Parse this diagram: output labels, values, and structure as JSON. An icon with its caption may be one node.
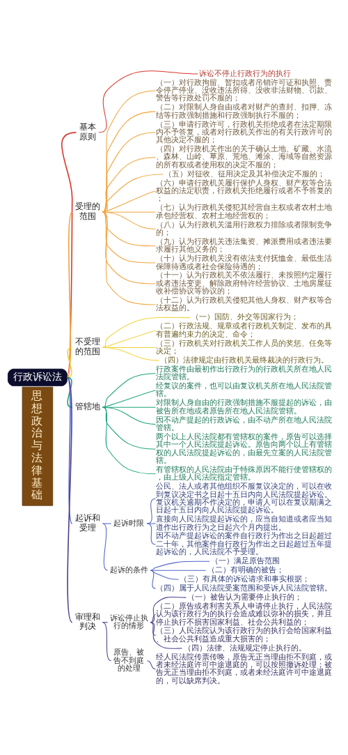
{
  "diagram": {
    "nodes": [
      {
        "text": [
          "思想政治与法律基础"
        ]
      },
      {
        "text": [
          "行政诉讼法"
        ]
      },
      {
        "text": [
          "基本原则"
        ]
      },
      {
        "text": [
          "诉讼不停止行政行为的执行"
        ]
      },
      {
        "text": [
          "受理的范围"
        ]
      },
      {
        "text": [
          "（一）对行政拘留、暂扣或者吊销许可证和执照、责令停产停业、没收违法所得、没收非法财物、罚款、警告等行政处罚不服的；"
        ]
      },
      {
        "text": [
          "（二）对限制人身自由或者对财产的查封、扣押、冻结等行政强制措施和行政强制执行不服的；"
        ]
      },
      {
        "text": [
          "（三）申请行政许可，行政机关拒绝或者在法定期限内不予答复，或者对行政机关作出的有关行政许可的其他决定不服的；"
        ]
      },
      {
        "text": [
          "（四）对行政机关作出的关于确认土地、矿藏、水流、森林、山岭、草原、荒地、滩涂、海域等自然资源的所有权或者使用权的决定不服的；"
        ]
      },
      {
        "text": [
          "（五）对征收、征用决定及其补偿决定不服的；"
        ]
      },
      {
        "text": [
          "（六）申请行政机关履行保护人身权、财产权等合法权益的法定职责，行政机关拒绝履行或者不予答复的；"
        ]
      },
      {
        "text": [
          "（七）认为行政机关侵犯其经营自主权或者农村土地承包经营权、农村土地经营权的；"
        ]
      },
      {
        "text": [
          "（八）认为行政机关滥用行政权力排除或者限制竞争的；"
        ]
      },
      {
        "text": [
          "（九）认为行政机关违法集资、摊派费用或者违法要求履行其他义务的；"
        ]
      },
      {
        "text": [
          "（十）认为行政机关没有依法支付抚恤金、最低生活保障待遇或者社会保险待遇的；"
        ]
      },
      {
        "text": [
          "（十一）认为行政机关不依法履行、未按照约定履行或者违法变更、解除政府特许经营协议、土地房屋征收补偿协议等协议的；"
        ]
      },
      {
        "text": [
          "（十二）认为行政机关侵犯其他人身权、财产权等合法权益的。"
        ]
      },
      {
        "text": [
          "不受理的范围"
        ]
      },
      {
        "text": [
          "（一）国防、外交等国家行为；"
        ]
      },
      {
        "text": [
          "（二）行政法规、规章或者行政机关制定、发布的具有普遍约束力的决定、命令；"
        ]
      },
      {
        "text": [
          "（三）行政机关对行政机关工作人员的奖惩、任免等决定；"
        ]
      },
      {
        "text": [
          "（四）法律规定由行政机关最终裁决的行政行为。"
        ]
      },
      {
        "text": [
          "管辖地"
        ]
      },
      {
        "text": [
          "行政案件由最初作出行政行为的行政机关所在地人民法院管辖。"
        ]
      },
      {
        "text": [
          "经复议的案件，也可以由复议机关所在地人民法院管辖。"
        ]
      },
      {
        "text": [
          "对限制人身自由的行政强制措施不服提起的诉讼，由被告所在地或者原告所在地人民法院管辖。"
        ]
      },
      {
        "text": [
          "因不动产提起的行政诉讼，由不动产所在地人民法院管辖。"
        ]
      },
      {
        "text": [
          "两个以上人民法院都有管辖权的案件，原告可以选择其中一个人民法院提起诉讼。原告向两个以上有管辖权的人民法院提起诉讼的，由最先立案的人民法院管辖。"
        ]
      },
      {
        "text": [
          "有管辖权的人民法院由于特殊原因不能行使管辖权的，由上级人民法院指定管辖。"
        ]
      },
      {
        "text": [
          "起诉和受理"
        ]
      },
      {
        "text": [
          "起诉时限"
        ]
      },
      {
        "text": [
          "公民、法人或者其他组织不服复议决定的，可以在收到复议决定书之日起十五日内向人民法院提起诉讼。复议机关逾期不作决定的，申请人可以在复议期满之日起十五日内向人民法院提起诉讼。"
        ]
      },
      {
        "text": [
          "直接向人民法院提起诉讼的，应当自知道或者应当知道作出行政行为之日起六个月内提出。"
        ]
      },
      {
        "text": [
          "因不动产提起诉讼的案件自行政行为作出之日起超过二十年，其他案件自行政行为作出之日起超过五年提起诉讼的，人民法院不予受理。"
        ]
      },
      {
        "text": [
          "起诉的条件"
        ]
      },
      {
        "text": [
          "（一）满足原告范围"
        ]
      },
      {
        "text": [
          "（二）有明确的被告；"
        ]
      },
      {
        "text": [
          "（三）有具体的诉讼请求和事实根据；"
        ]
      },
      {
        "text": [
          "（四）属于人民法院受案范围和受诉人民法院管辖。"
        ]
      },
      {
        "text": [
          "审理和判决"
        ]
      },
      {
        "text": [
          "诉讼停止执行的情形"
        ]
      },
      {
        "text": [
          "（一）被告认为需要停止执行的；"
        ]
      },
      {
        "text": [
          "（二）原告或者利害关系人申请停止执行，人民法院认为该行政行为的执行会造成难以弥补的损失，并且停止执行不损害国家利益、社会公共利益的；"
        ]
      },
      {
        "text": [
          "（三）人民法院认为该行政行为的执行会给国家利益、社会公共利益造成重大损害的；"
        ]
      },
      {
        "text": [
          "（四）法律、法规规定停止执行的。"
        ]
      },
      {
        "text": [
          "原告、被告不到庭的处理"
        ]
      },
      {
        "text": [
          "经人民法院传票传唤，原告无正当理由拒不到庭，或者未经法庭许可中途退庭的，可以按照撤诉处理；被告无正当理由拒不到庭，或者未经法庭许可中途退庭的，可以缺席判决。"
        ]
      }
    ],
    "edges": [
      {
        "from": 1,
        "to": 2,
        "arrow": "none",
        "color": "#d9342b"
      },
      {
        "from": 2,
        "to": 3,
        "arrow": "none",
        "color": "#d9342b"
      },
      {
        "from": 1,
        "to": 4,
        "arrow": "none"
      },
      {
        "from": 4,
        "to": 5,
        "arrow": "none"
      },
      {
        "from": 4,
        "to": 6,
        "arrow": "none"
      },
      {
        "from": 4,
        "to": 7,
        "arrow": "none"
      },
      {
        "from": 4,
        "to": 8,
        "arrow": "none"
      },
      {
        "from": 4,
        "to": 9,
        "arrow": "none"
      },
      {
        "from": 4,
        "to": 10,
        "arrow": "none"
      },
      {
        "from": 4,
        "to": 11,
        "arrow": "none"
      },
      {
        "from": 4,
        "to": 12,
        "arrow": "none"
      },
      {
        "from": 4,
        "to": 13,
        "arrow": "none"
      },
      {
        "from": 4,
        "to": 14,
        "arrow": "none"
      },
      {
        "from": 4,
        "to": 15,
        "arrow": "none"
      },
      {
        "from": 4,
        "to": 16,
        "arrow": "none"
      },
      {
        "from": 1,
        "to": 17,
        "arrow": "none",
        "color": "#f2d33c"
      },
      {
        "from": 17,
        "to": 18,
        "arrow": "none",
        "color": "#f2d33c"
      },
      {
        "from": 17,
        "to": 19,
        "arrow": "none",
        "color": "#f2d33c"
      },
      {
        "from": 17,
        "to": 20,
        "arrow": "none",
        "color": "#f2d33c"
      },
      {
        "from": 17,
        "to": 21,
        "arrow": "none",
        "color": "#f2d33c"
      },
      {
        "from": 1,
        "to": 22,
        "arrow": "none",
        "color": "#1aa37a"
      },
      {
        "from": 22,
        "to": 23,
        "arrow": "none",
        "color": "#1aa37a"
      },
      {
        "from": 22,
        "to": 24,
        "arrow": "none",
        "color": "#1aa37a"
      },
      {
        "from": 22,
        "to": 25,
        "arrow": "none",
        "color": "#1aa37a"
      },
      {
        "from": 22,
        "to": 26,
        "arrow": "none",
        "color": "#1aa37a"
      },
      {
        "from": 22,
        "to": 27,
        "arrow": "none",
        "color": "#1aa37a"
      },
      {
        "from": 22,
        "to": 28,
        "arrow": "none",
        "color": "#1aa37a"
      },
      {
        "from": 1,
        "to": 29,
        "arrow": "none",
        "color": "#5064c8"
      },
      {
        "from": 29,
        "to": 30,
        "arrow": "none",
        "color": "#5064c8"
      },
      {
        "from": 30,
        "to": 31,
        "arrow": "none",
        "color": "#5064c8"
      },
      {
        "from": 30,
        "to": 32,
        "arrow": "none",
        "color": "#5064c8"
      },
      {
        "from": 30,
        "to": 33,
        "arrow": "none",
        "color": "#5064c8"
      },
      {
        "from": 29,
        "to": 34,
        "arrow": "none",
        "color": "#5064c8"
      },
      {
        "from": 34,
        "to": 35,
        "arrow": "none",
        "color": "#5064c8"
      },
      {
        "from": 34,
        "to": 36,
        "arrow": "none",
        "color": "#5064c8"
      },
      {
        "from": 34,
        "to": 37,
        "arrow": "none",
        "color": "#5064c8"
      },
      {
        "from": 34,
        "to": 38,
        "arrow": "none",
        "color": "#5064c8"
      },
      {
        "from": 1,
        "to": 39,
        "arrow": "none",
        "color": "#4e3f8c"
      },
      {
        "from": 39,
        "to": 40,
        "arrow": "none",
        "color": "#4e3f8c"
      },
      {
        "from": 40,
        "to": 41,
        "arrow": "none",
        "color": "#4e3f8c"
      },
      {
        "from": 40,
        "to": 42,
        "arrow": "none",
        "color": "#4e3f8c"
      },
      {
        "from": 40,
        "to": 43,
        "arrow": "none",
        "color": "#4e3f8c"
      },
      {
        "from": 40,
        "to": 44,
        "arrow": "none",
        "color": "#4e3f8c"
      },
      {
        "from": 39,
        "to": 45,
        "arrow": "none",
        "color": "#4e3f8c"
      },
      {
        "from": 45,
        "to": 46,
        "arrow": "none",
        "color": "#4e3f8c"
      }
    ]
  }
}
